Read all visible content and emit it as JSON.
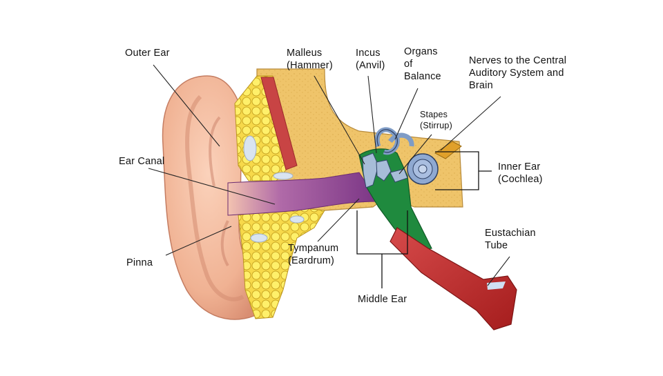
{
  "labels": {
    "outer_ear": "Outer Ear",
    "malleus": "Malleus\n(Hammer)",
    "incus": "Incus\n(Anvil)",
    "organs_of_balance": "Organs\nof\nBalance",
    "nerves": "Nerves to the Central\nAuditory System and\nBrain",
    "stapes": "Stapes\n(Stirrup)",
    "ear_canal": "Ear Canal",
    "inner_ear": "Inner Ear\n(Cochlea)",
    "eustachian_tube": "Eustachian\nTube",
    "tympanum": "Tympanum\n(Eardrum)",
    "pinna": "Pinna",
    "middle_ear": "Middle Ear"
  },
  "colors": {
    "skin": "#f1b799",
    "skin_shadow": "#d98e72",
    "bone": "#f2c96e",
    "fat": "#fbe64a",
    "canal": "#8b3f93",
    "middle_ear_cavity": "#1f8a3e",
    "ossicles": "#9fb6d4",
    "muscle": "#c63c3c",
    "tube": "#c22d2d"
  }
}
